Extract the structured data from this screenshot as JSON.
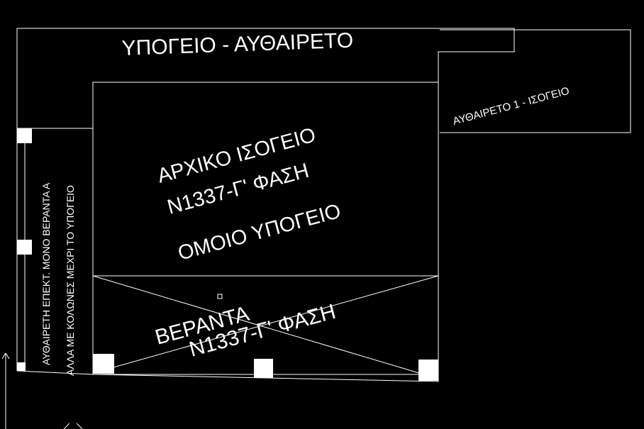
{
  "labels": {
    "basement_title": "ΥΠΟΓΕΙΟ - ΑΥΘΑΙΡΕΤΟ",
    "ground_floor_title": "ΑΡΧΙΚΟ ΙΣΟΓΕΙΟ",
    "ground_floor_law": "Ν1337-Γ' ΦΑΣΗ",
    "ground_floor_same": "ΟΜΟΙΟ ΥΠΟΓΕΙΟ",
    "unauthorized_ground": "ΑΥΘΑΙΡΕΤΟ 1 - ΙΣΟΓΕΙΟ",
    "veranda_title": "ΒΕΡΑΝΤΑ",
    "veranda_law": "Ν1337-Γ' ΦΑΣΗ",
    "side_line1": "ΑΥΘΑΙΡΕΤΗ ΕΠΕΚΤ. ΜΟΝΟ ΒΕΡΑΝΤΑ Α",
    "side_line2": "ΑΛΛΑ ΜΕ ΚΟΛΩΝΕΣ ΜΕΧΡΙ ΤΟ ΥΠΟΓΕΙΟ"
  },
  "colors": {
    "background": "#000000",
    "linework": "#ffffff"
  }
}
